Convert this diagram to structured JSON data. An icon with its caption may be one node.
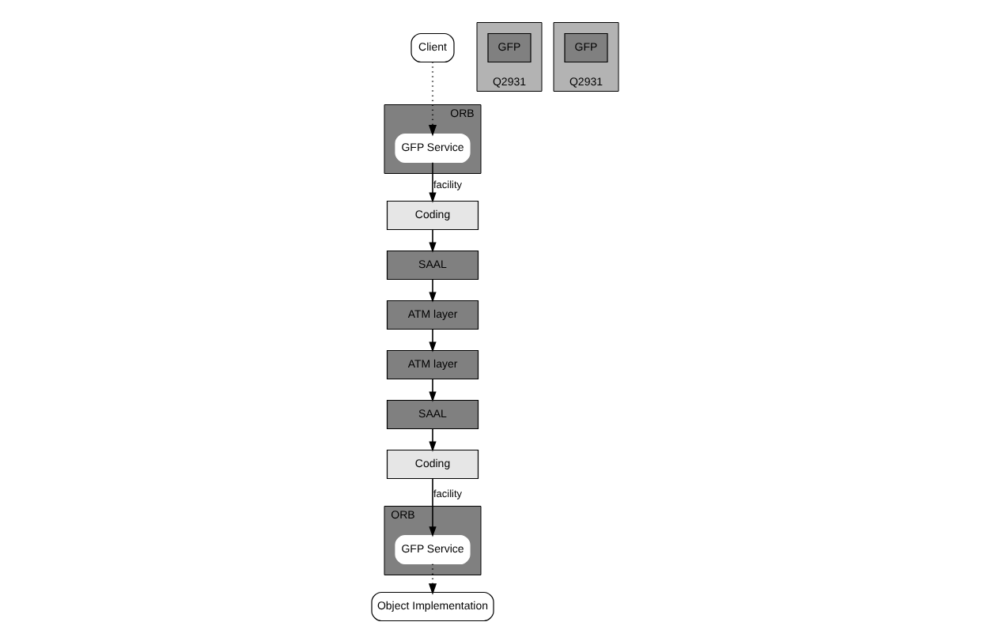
{
  "diagram": {
    "nodes": [
      {
        "text": [
          "Client"
        ]
      },
      {
        "text": [
          "ORB"
        ]
      },
      {
        "text": [
          "GFP Service"
        ],
        "in": 1
      },
      {
        "text": [
          "Q2931"
        ]
      },
      {
        "text": [
          "GFP"
        ],
        "in": 3
      },
      {
        "text": [
          "Coding"
        ]
      },
      {
        "text": [
          "SAAL"
        ]
      },
      {
        "text": [
          "ATM layer"
        ]
      },
      {
        "text": [
          "Object Implementation"
        ]
      },
      {
        "text": [
          "ORB"
        ]
      },
      {
        "text": [
          "GFP Service"
        ],
        "in": 9
      },
      {
        "text": [
          "Q2931"
        ]
      },
      {
        "text": [
          "GFP"
        ],
        "in": 11
      },
      {
        "text": [
          "Coding"
        ]
      },
      {
        "text": [
          "SAAL"
        ]
      },
      {
        "text": [
          "ATM layer"
        ]
      }
    ],
    "edges": [
      {
        "from": 0,
        "to": 2,
        "arrow": "to",
        "style": "dashed"
      },
      {
        "from": 2,
        "to": 5,
        "arrow": "to",
        "label": "facility"
      },
      {
        "from": 5,
        "to": 6,
        "arrow": "to"
      },
      {
        "from": 6,
        "to": 7,
        "arrow": "to"
      },
      {
        "from": 7,
        "to": 15,
        "arrow": "to"
      },
      {
        "from": 15,
        "to": 14,
        "arrow": "to"
      },
      {
        "from": 14,
        "to": 13,
        "arrow": "to"
      },
      {
        "from": 13,
        "to": 10,
        "arrow": "to",
        "label": "facility"
      },
      {
        "from": 10,
        "to": 8,
        "arrow": "to",
        "style": "dashed"
      }
    ]
  }
}
